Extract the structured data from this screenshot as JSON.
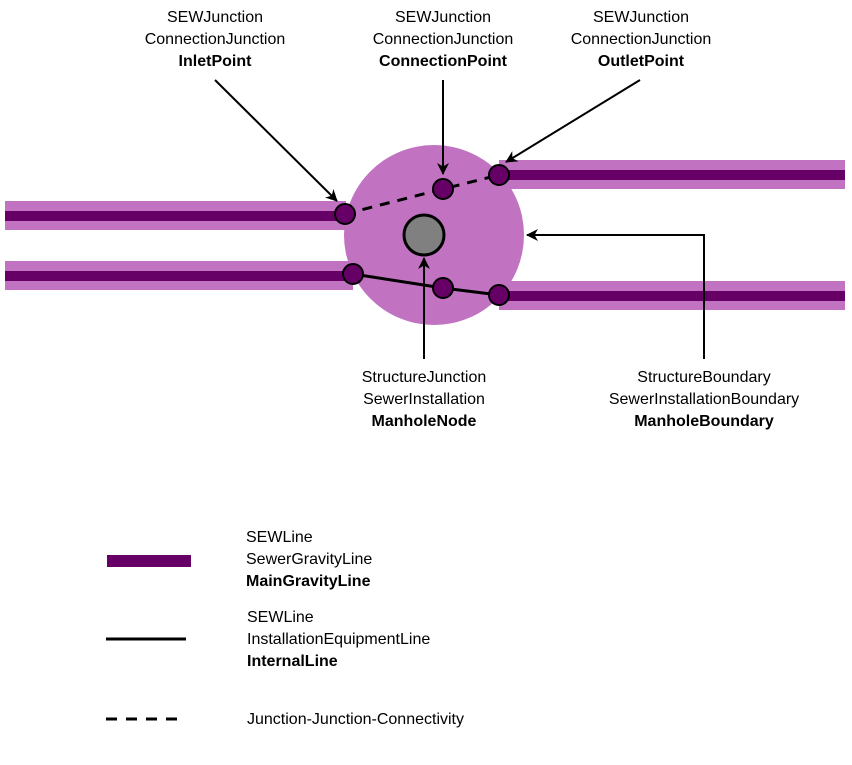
{
  "labels": {
    "inlet": {
      "l1": "SEWJunction",
      "l2": "ConnectionJunction",
      "l3": "InletPoint"
    },
    "connection": {
      "l1": "SEWJunction",
      "l2": "ConnectionJunction",
      "l3": "ConnectionPoint"
    },
    "outlet": {
      "l1": "SEWJunction",
      "l2": "ConnectionJunction",
      "l3": "OutletPoint"
    },
    "manhole_node": {
      "l1": "StructureJunction",
      "l2": "SewerInstallation",
      "l3": "ManholeNode"
    },
    "manhole_boundary": {
      "l1": "StructureBoundary",
      "l2": "SewerInstallationBoundary",
      "l3": "ManholeBoundary"
    }
  },
  "legend": {
    "main_gravity": {
      "l1": "SEWLine",
      "l2": "SewerGravityLine",
      "l3": "MainGravityLine"
    },
    "internal": {
      "l1": "SEWLine",
      "l2": "InstallationEquipmentLine",
      "l3": "InternalLine"
    },
    "connectivity": {
      "l1": "Junction-Junction-Connectivity"
    }
  },
  "colors": {
    "pipe_outer": "#C173C1",
    "pipe_inner": "#660066",
    "manhole": "#C173C1",
    "node_fill": "#808080",
    "junction_fill": "#660066"
  }
}
